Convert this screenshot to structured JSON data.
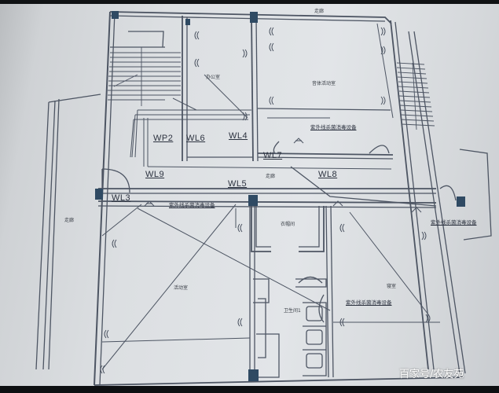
{
  "drawing": {
    "type": "electrical floor plan (photo of printed sheet)",
    "rooms": {
      "office_top_left": "办公室",
      "activity_room_top": "音体活动室",
      "corridor_label": "走廊",
      "storage": "衣帽间",
      "activity_room_bottom": "活动室",
      "bedroom": "寝室",
      "washroom": "卫生间1",
      "left_outside": "走廊",
      "top_outside": "走廊"
    },
    "circuits": {
      "wp2": "WP2",
      "wl6": "WL6",
      "wl4": "WL4",
      "wl7": "WL7",
      "wl9": "WL9",
      "wl5": "WL5",
      "wl8": "WL8",
      "wl3": "WL3"
    },
    "notes": {
      "uv_top": "紫外线杀菌消毒设备",
      "uv_corridor": "紫外线杀菌消毒设备",
      "uv_right": "紫外线杀菌消毒设备",
      "uv_bedroom": "紫外线杀菌消毒设备"
    }
  },
  "watermark": "百家号/农友苑"
}
